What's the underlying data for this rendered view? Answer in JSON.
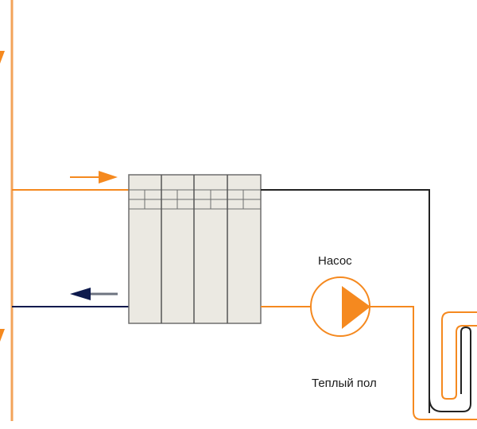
{
  "diagram": {
    "labels": {
      "pump": "Насос",
      "warm_floor": "Теплый пол"
    },
    "colors": {
      "supply": "#f5891f",
      "return": "#0d1a4d",
      "outline": "#6e6e6e",
      "radiator_fill": "#ebe9e2",
      "black_pipe": "#222222"
    },
    "radiator_sections": 4
  }
}
